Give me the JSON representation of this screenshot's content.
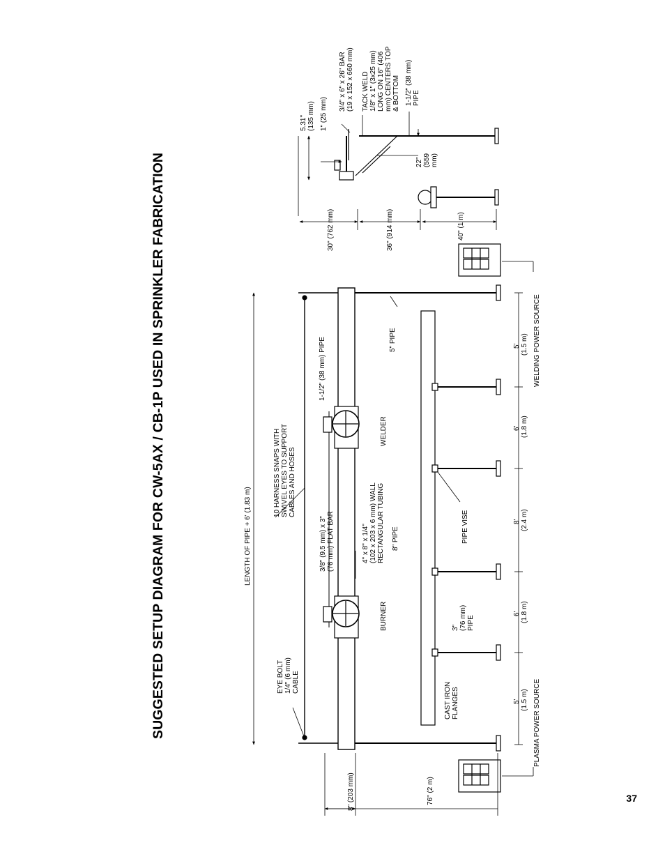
{
  "page": {
    "title": "SUGGESTED SETUP DIAGRAM FOR CW-5AX / CB-1P USED IN SPRINKLER FABRICATION",
    "page_number": "37"
  },
  "side_view": {
    "bar_spec": [
      "3/4\" x 6\" x 26\" BAR",
      "(19 x 152 x 660 mm)"
    ],
    "tack_weld": [
      "TACK WELD",
      "1/8\" x 1\" (3x25 mm)",
      "LONG ON 16\" (406",
      "mm) CENTERS TOP",
      "& BOTTOM"
    ],
    "pipe_size": [
      "1-1/2\" (38 mm)",
      "PIPE"
    ],
    "offset_531": [
      "5.31\"",
      "(135 mm)"
    ],
    "offset_1in": "1\" (25 mm)",
    "height_22": [
      "22\"",
      "(559",
      "mm)"
    ],
    "dim_30": "30\" (762 mm)",
    "dim_36": "36\" (914 mm)",
    "dim_40": "40\" (1 m)"
  },
  "main_view": {
    "length_label": "LENGTH OF PIPE + 6' (1.83 m)",
    "harness_snaps": [
      "10 HARNESS SNAPS WITH",
      "SWIVEL EYES TO SUPPORT",
      "CABLES AND HOSES"
    ],
    "eye_bolt": [
      "EYE BOLT",
      "1/4\" (6 mm)",
      "CABLE"
    ],
    "flat_bar": [
      "3/8\" (9.5 mm) x 3\"",
      "(76 mm) FLAT BAR"
    ],
    "rect_tubing": [
      "4\" x 8\" x 1/4\"",
      "(102 x 203 x 6 mm) WALL",
      "RECTANGULAR TUBING"
    ],
    "eight_in_pipe": "8\" PIPE",
    "top_pipe": "1-1/2\" (38 mm) PIPE",
    "welder": "WELDER",
    "burner": "BURNER",
    "five_in_pipe": "5\" PIPE",
    "pipe_vise": "PIPE VISE",
    "three_in_pipe": [
      "3\"",
      "(76 mm)",
      "PIPE"
    ],
    "cast_iron": [
      "CAST IRON",
      "FLANGES"
    ],
    "dim_8in": "8\" (203 mm)",
    "dim_76in": "76\" (2 m)",
    "spacing": [
      [
        "5'",
        "(1.5 m)"
      ],
      [
        "6'",
        "(1.8 m)"
      ],
      [
        "8'",
        "(2.4 m)"
      ],
      [
        "6'",
        "(1.8 m)"
      ],
      [
        "5'",
        "(1.5 m)"
      ]
    ],
    "plasma_source": "PLASMA POWER SOURCE",
    "welding_source": "WELDING POWER SOURCE"
  }
}
